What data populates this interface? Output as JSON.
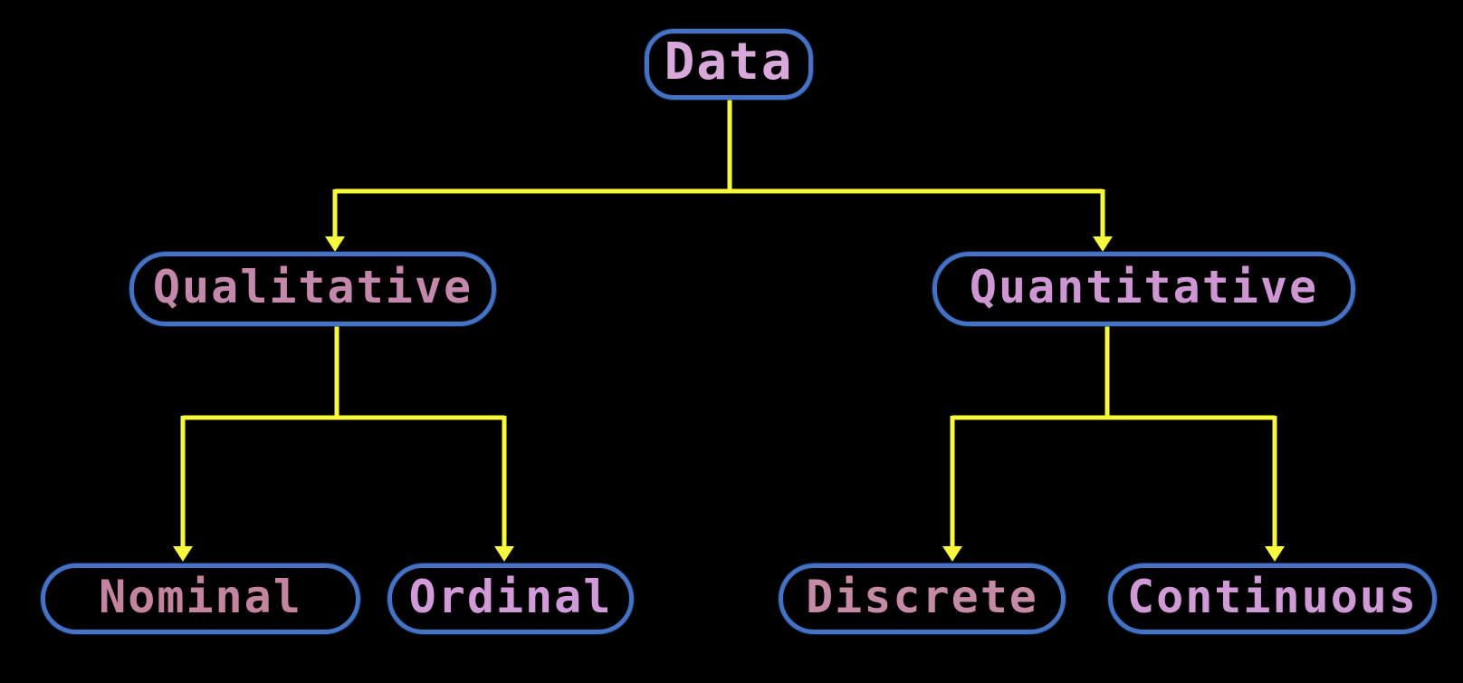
{
  "diagram": {
    "nodes": {
      "data": {
        "label": "Data",
        "text_color": "#d9a8da"
      },
      "qualitative": {
        "label": "Qualitative",
        "text_color": "#c488ab"
      },
      "quantitative": {
        "label": "Quantitative",
        "text_color": "#cf96d4"
      },
      "nominal": {
        "label": "Nominal",
        "text_color": "#c4849f"
      },
      "ordinal": {
        "label": "Ordinal",
        "text_color": "#d29ad8"
      },
      "discrete": {
        "label": "Discrete",
        "text_color": "#c48aa6"
      },
      "continuous": {
        "label": "Continuous",
        "text_color": "#d09ad6"
      }
    },
    "edges": [
      {
        "from": "data",
        "to": "qualitative"
      },
      {
        "from": "data",
        "to": "quantitative"
      },
      {
        "from": "qualitative",
        "to": "nominal"
      },
      {
        "from": "qualitative",
        "to": "ordinal"
      },
      {
        "from": "quantitative",
        "to": "discrete"
      },
      {
        "from": "quantitative",
        "to": "continuous"
      }
    ],
    "colors": {
      "background": "#000000",
      "box_border": "#4472c4",
      "connector": "#f7f73b"
    }
  }
}
